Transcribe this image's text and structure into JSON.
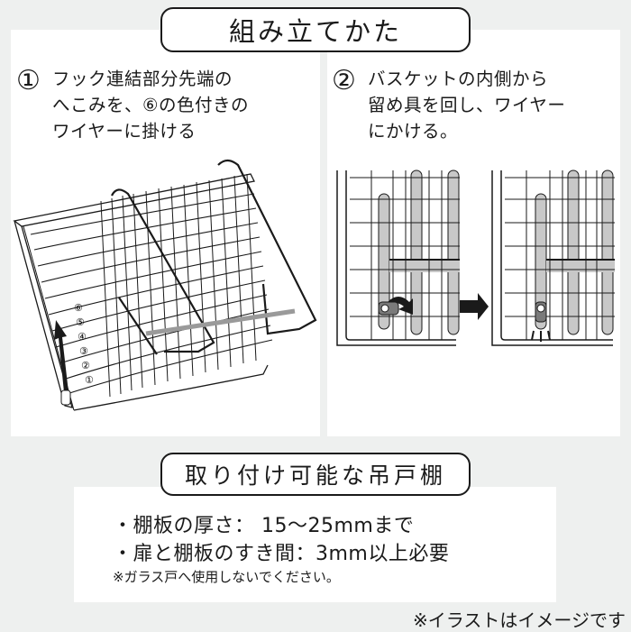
{
  "header": {
    "title": "組み立てかた"
  },
  "steps": [
    {
      "number": "①",
      "text": "フック連結部分先端の\nへこみを、⑥の色付きの\nワイヤーに掛ける"
    },
    {
      "number": "②",
      "text": "バスケットの内側から\n留め具を回し、ワイヤー\nにかける。"
    }
  ],
  "illustration1": {
    "wire_labels": [
      "⑥",
      "⑤",
      "④",
      "③",
      "②",
      "①"
    ],
    "arrow": "arrow-up-icon"
  },
  "illustration2": {
    "arrow": "arrow-right-icon",
    "rotate": "rotate-clockwise-icon"
  },
  "compatibility": {
    "title": "取り付け可能な吊戸棚",
    "specs": [
      "・棚板の厚さ：  15〜25mmまで",
      "・扉と棚板のすき間：3mm以上必要"
    ],
    "note": "※ガラス戸へ使用しないでください。"
  },
  "footnote": "※イラストはイメージです",
  "colors": {
    "background": "#eef0ef",
    "panel": "#ffffff",
    "ink": "#1a1a1a",
    "highlight": "#c8c8c8"
  }
}
